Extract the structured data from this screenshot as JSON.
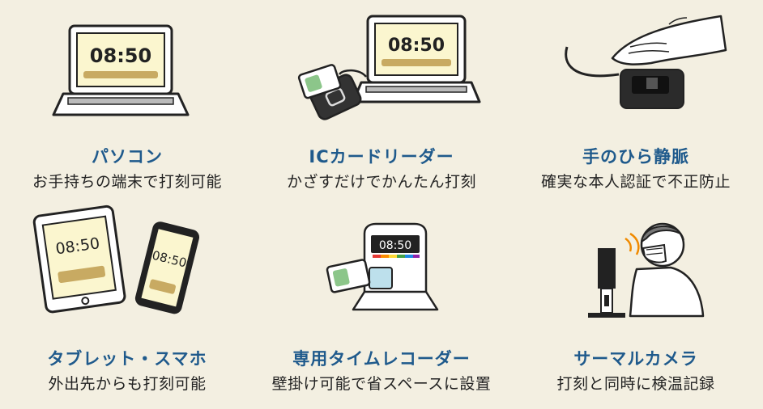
{
  "colors": {
    "background": "#f3efe1",
    "title": "#1f5a8c",
    "screen": "#fbf6cf",
    "bar": "#c8aa62",
    "card_green": "#8cc68a",
    "accent_orange": "#f08a00"
  },
  "items": [
    {
      "title": "パソコン",
      "desc": "お手持ちの端末で打刻可能",
      "clock": "08:50",
      "icon": "laptop-icon"
    },
    {
      "title": "ICカードリーダー",
      "desc": "かざすだけでかんたん打刻",
      "clock": "08:50",
      "icon": "card-reader-icon"
    },
    {
      "title": "手のひら静脈",
      "desc": "確実な本人認証で不正防止",
      "icon": "palm-vein-icon"
    },
    {
      "title": "タブレット・スマホ",
      "desc": "外出先からも打刻可能",
      "clock": "08:50",
      "clock2": "08:50",
      "icon": "tablet-phone-icon"
    },
    {
      "title": "専用タイムレコーダー",
      "desc": "壁掛け可能で省スペースに設置",
      "clock": "08:50",
      "icon": "time-recorder-icon"
    },
    {
      "title": "サーマルカメラ",
      "desc": "打刻と同時に検温記録",
      "icon": "thermal-camera-icon"
    }
  ]
}
